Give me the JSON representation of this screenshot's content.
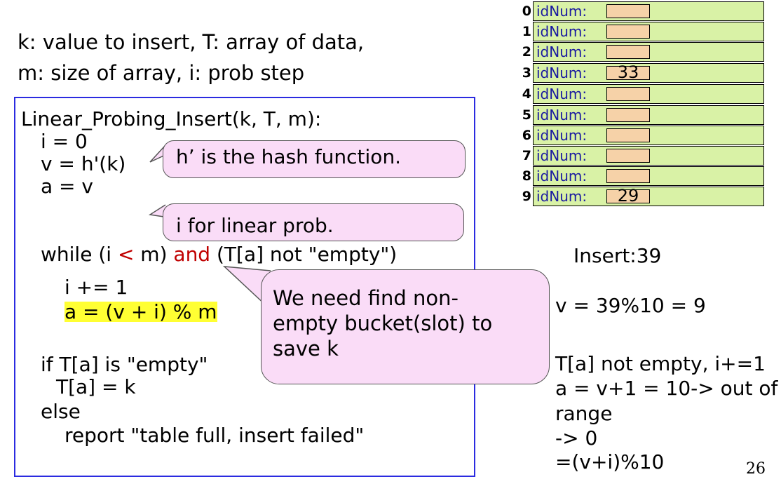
{
  "params": {
    "line1": "k: value to insert, T: array of data,",
    "line2": "m: size of array, i: prob step"
  },
  "code": {
    "signature": "Linear_Probing_Insert(k, T, m):",
    "i_init": "i = 0",
    "v_assign": "v = h'(k)",
    "a_assign": "a = v",
    "while_pre": "while (i ",
    "while_lt": "<",
    "while_mid": " m) ",
    "while_and": "and",
    "while_post": " (T[a] not \"empty\")",
    "inc": "i += 1",
    "a_update": "a = (v + i) % m",
    "if_line": "if T[a] is \"empty\"",
    "assign_k": "T[a] = k",
    "else_line": "else",
    "report": "report \"table full, insert failed\""
  },
  "callouts": {
    "hash_fn": "h’ is the hash function.",
    "linear": "i for linear prob.",
    "need_line1": "We need find non-",
    "need_line2": "empty bucket(slot) to",
    "need_line3": "save k"
  },
  "table": {
    "label": "idNum:",
    "rows": [
      {
        "index": "0",
        "value": ""
      },
      {
        "index": "1",
        "value": ""
      },
      {
        "index": "2",
        "value": ""
      },
      {
        "index": "3",
        "value": "33"
      },
      {
        "index": "4",
        "value": ""
      },
      {
        "index": "5",
        "value": ""
      },
      {
        "index": "6",
        "value": ""
      },
      {
        "index": "7",
        "value": ""
      },
      {
        "index": "8",
        "value": ""
      },
      {
        "index": "9",
        "value": "29"
      }
    ]
  },
  "notes": {
    "insert": "Insert:39",
    "v_calc": "v = 39%10 = 9",
    "step1": "T[a] not empty, i+=1",
    "step2": "a = v+1 = 10-> out of",
    "step3": "range",
    "step4": "-> 0",
    "step5": "=(v+i)%10"
  },
  "page_number": "26",
  "colors": {
    "code_border": "#2b2be0",
    "keyword": "#c00000",
    "highlight": "#ffff33",
    "callout_fill": "#fadcf7",
    "cell_fill": "#d9f2a6",
    "slot_fill": "#f6d2a8"
  }
}
